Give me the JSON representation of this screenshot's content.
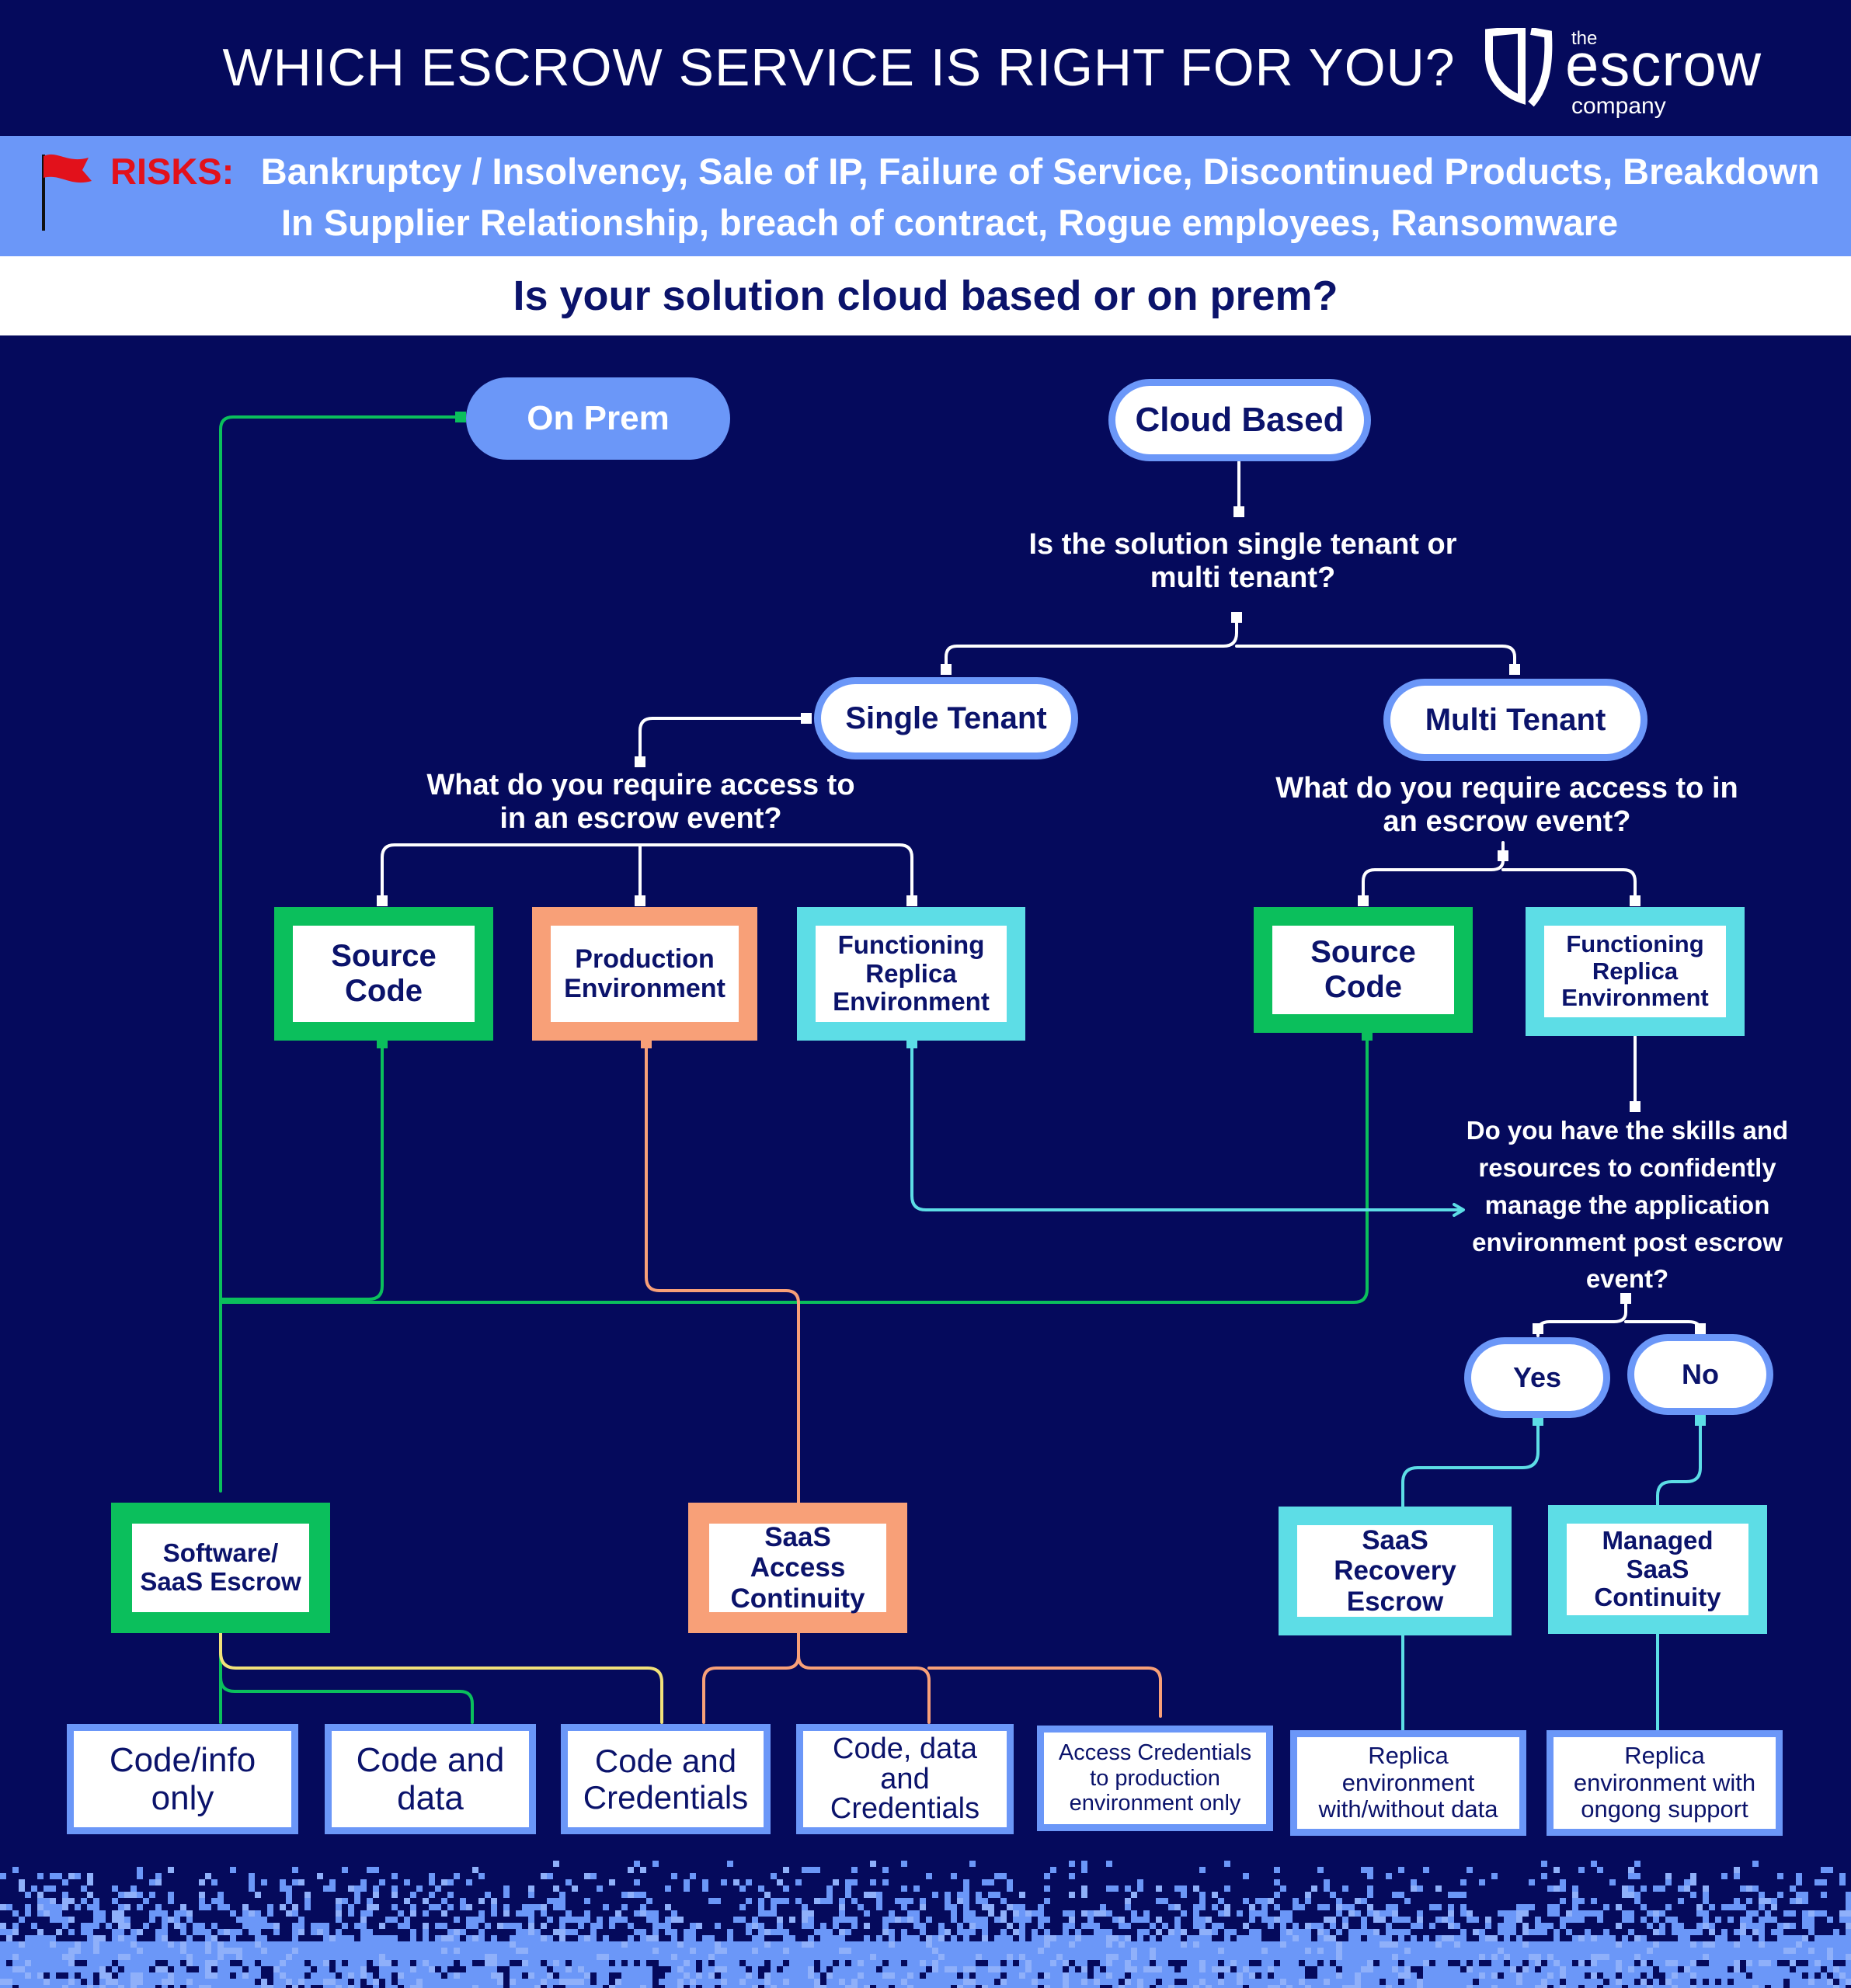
{
  "header": {
    "title": "WHICH ESCROW SERVICE IS RIGHT FOR YOU?",
    "logo": {
      "the": "the",
      "name": "escrow",
      "sub": "company"
    }
  },
  "risks": {
    "label": "RISKS:",
    "line1": "Bankruptcy / Insolvency, Sale of IP, Failure of Service, Discontinued Products, Breakdown",
    "line2": "In Supplier Relationship, breach of contract, Rogue employees, Ransomware"
  },
  "main_question": "Is your solution cloud based or on prem?",
  "nodes": {
    "on_prem": "On Prem",
    "cloud_based": "Cloud Based",
    "tenant_question": "Is the solution single tenant or multi tenant?",
    "single_tenant": "Single Tenant",
    "multi_tenant": "Multi Tenant",
    "access_question_single": "What do you require access to in an escrow event?",
    "access_question_multi": "What do you require access to in an escrow event?",
    "source_code_single": "Source Code",
    "production_environment": "Production Environment",
    "replica_single": "Functioning Replica Environment",
    "source_code_multi": "Source Code",
    "replica_multi": "Functioning Replica Environment",
    "skills_question": "Do you have the skills and resources to confidently manage the application environment post escrow event?",
    "yes": "Yes",
    "no": "No",
    "software_saas_escrow": "Software/ SaaS Escrow",
    "saas_access_continuity": "SaaS Access Continuity",
    "saas_recovery_escrow": "SaaS Recovery Escrow",
    "managed_saas_continuity": "Managed SaaS Continuity"
  },
  "outcomes": {
    "code_info_only": "Code/info only",
    "code_and_data": "Code and data",
    "code_and_credentials": "Code and Credentials",
    "code_data_credentials": "Code, data and Credentials",
    "access_credentials": "Access Credentials to production environment only",
    "replica_with_without_data": "Replica environment with/without data",
    "replica_ongoing_support": "Replica environment with ongong support"
  },
  "colors": {
    "background": "#050a5c",
    "accent_blue": "#6b97f8",
    "green": "#0bbf5c",
    "orange": "#f8a078",
    "cyan": "#5ddde6",
    "yellow": "#f2e27a",
    "red": "#e2111b",
    "text_dark": "#0b136b"
  }
}
